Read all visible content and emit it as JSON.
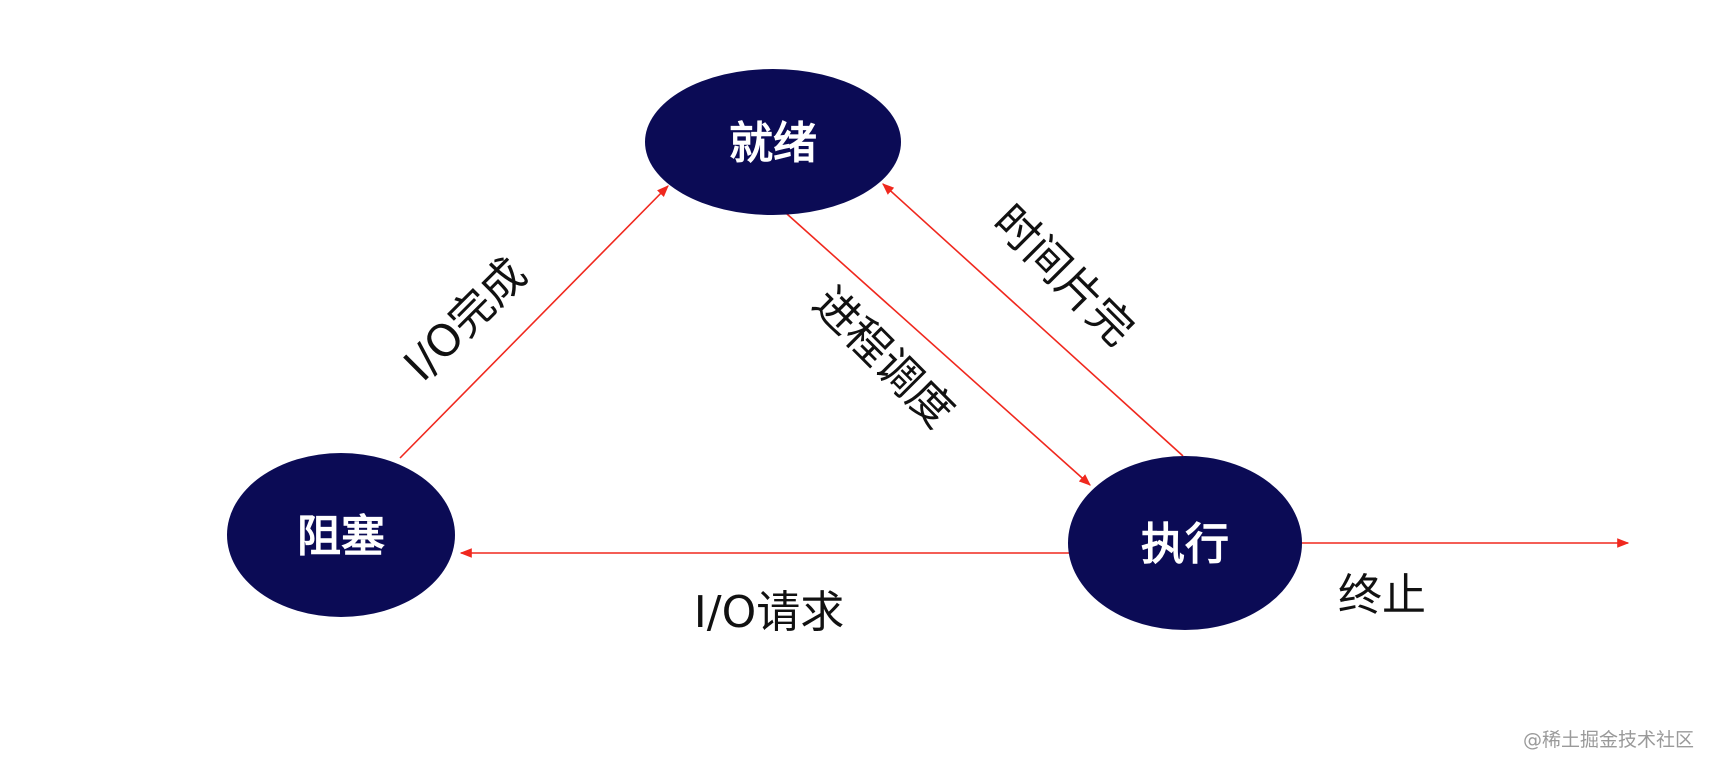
{
  "colors": {
    "node_fill": "#0b0b55",
    "edge": "#f0281e"
  },
  "nodes": {
    "ready": "就绪",
    "blocked": "阻塞",
    "running": "执行"
  },
  "edges": {
    "io_complete": "I/O完成",
    "schedule": "进程调度",
    "timeslice": "时间片完",
    "io_request": "I/O请求",
    "terminate": "终止"
  },
  "watermark": "@稀土掘金技术社区"
}
